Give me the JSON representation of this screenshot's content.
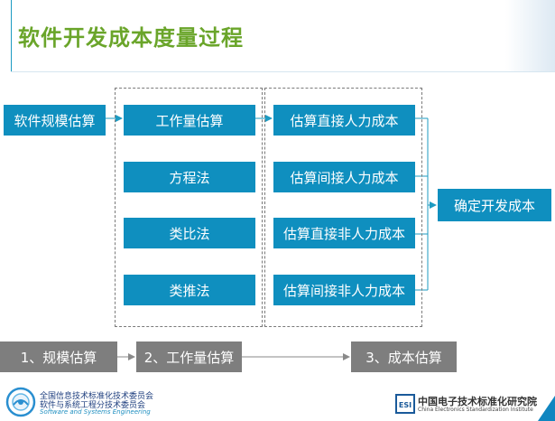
{
  "title": "软件开发成本度量过程",
  "input": "软件规模估算",
  "methods": [
    "工作量估算",
    "方程法",
    "类比法",
    "类推法"
  ],
  "costs": [
    "估算直接人力成本",
    "估算间接人力成本",
    "估算直接非人力成本",
    "估算间接非人力成本"
  ],
  "output": "确定开发成本",
  "steps": [
    "1、规模估算",
    "2、工作量估算",
    "3、成本估算"
  ],
  "footer": {
    "left_line1": "全国信息技术标准化技术委员会",
    "left_line2": "软件与系统工程分技术委员会",
    "left_line3": "Software and Systems Engineering",
    "right_line1": "中国电子技术标准化研究院",
    "right_line2": "China Electronics Standardization Institute",
    "right_logo_text": "ESI"
  },
  "colors": {
    "box": "#0f8fbf",
    "step": "#7e7e7e",
    "title": "#6aa52a"
  }
}
